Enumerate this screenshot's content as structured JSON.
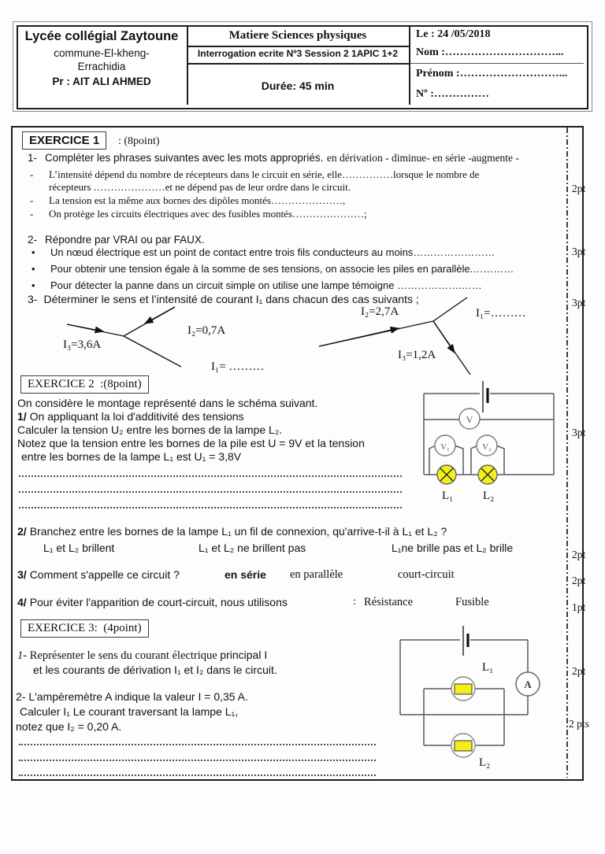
{
  "header": {
    "school_name": "Lycée collégial Zaytoune",
    "school_line2": "commune-El-kheng-",
    "school_line3": "Errachidia",
    "teacher": "Pr : AIT ALI AHMED",
    "subject": "Matiere Sciences physiques",
    "exam_title": "Interrogation ecrite Nº3 Session 2 1APIC 1+2",
    "duration": "Durée: 45 min",
    "date_label": "Le :   24  /05/2018",
    "name_label": "Nom :…………………………...",
    "firstname_label": "Prénom :………………………...",
    "number_label": "Nº :……………"
  },
  "ex1": {
    "title": "EXERCICE 1",
    "points": ": (8point)",
    "q1_num": "1-",
    "q1_text": "Compléter les phrases suivantes avec les mots appropriés.",
    "q1_words": "en dérivation - diminue- en série -augmente -",
    "items": [
      {
        "marker": "-",
        "text": "L’intensité dépend du nombre de récepteurs dans le circuit en série, elle……………lorsque le nombre de"
      },
      {
        "marker": "",
        "text": "récepteurs …………………et ne dépend pas de leur ordre dans le circuit."
      },
      {
        "marker": "-",
        "text": "La tension est la même aux bornes des dipôles montés…………………,"
      },
      {
        "marker": "-",
        "text": "On protège les circuits électriques avec des fusibles montés…………………;"
      }
    ],
    "q2_num": "2-",
    "q2_text": "Répondre par VRAI ou par FAUX.",
    "bullets": [
      {
        "marker": "•",
        "text": "Un nœud électrique est un point de contact entre trois fils conducteurs au moins……………………"
      },
      {
        "marker": "•",
        "text": "Pour obtenir une tension égale à la somme de ses tensions, on associe les piles en parallèle.…………"
      },
      {
        "marker": "•",
        "text": "Pour détecter la panne dans un circuit simple on utilise une lampe témoigne        ……………….……"
      }
    ],
    "q3_num": "3-",
    "q3_text": "Déterminer le sens et l’intensité de courant I₁ dans chacun des cas suivants ;",
    "diagram": {
      "case1_i3": "I₃=3,6A",
      "case1_i2": "I₂=0,7A",
      "case1_i1": "I₁= ………",
      "case2_i2": "I₂=2,7A",
      "case2_i1": "I₁=………",
      "case2_i3": "I₃=1,2A"
    }
  },
  "ex2": {
    "title": "EXERCICE 2",
    "points": ":(8point)",
    "intro": "On considère le montage représenté dans le schéma suivant.",
    "q1_num": "1/",
    "q1_text": " On appliquant la loi d'additivité des tensions",
    "line3": "Calculer la tension U₂ entre les bornes de la lampe L₂.",
    "line4": "Notez que la tension entre les bornes de la pile est U = 9V et la tension",
    "line5": "entre les bornes de la lampe L₁ est U₁ = 3,8V",
    "q2_num": "2/",
    "q2_text": "Branchez entre les bornes de la lampe L₁ un fil de connexion, qu'arrive-t-il à L₁ et L₂ ?",
    "q2_opt1": "L₁ et L₂ brillent",
    "q2_opt2": "L₁ et L₂ ne brillent pas",
    "q2_opt3": "L₁ne brille pas et L₂ brille",
    "q3_num": "3/",
    "q3_text": "Comment s'appelle ce circuit ?",
    "q3_opt1": "en série",
    "q3_opt2": "en parallèle",
    "q3_opt3": "court-circuit",
    "q4_num": "4/",
    "q4_text": "Pour éviter l'apparition de court-circuit, nous utilisons",
    "q4_colon": ":",
    "q4_opt1": "Résistance",
    "q4_opt2": "Fusible",
    "circuit": {
      "v": "V",
      "v1": "V₁",
      "v2": "V₂",
      "l1": "L₁",
      "l2": "L₂"
    }
  },
  "ex3": {
    "title": "EXERCICE 3:",
    "points": "(4point)",
    "q1_num": "1-",
    "q1_text_serif": " Représenter  le sens du courant électrique ",
    "q1_text_sans": "principal I",
    "q1_line2": "et les courants de dérivation I₁ et I₂ dans le circuit.",
    "q2_line1": "2- L'ampèremètre A indique la valeur I = 0,35 A.",
    "q2_line2": "Calculer I₁ Le courant traversant la lampe L₁,",
    "q2_line3": "notez que I₂ = 0,20 A.",
    "circuit": {
      "a": "A",
      "l1": "L₁",
      "l2": "L₂"
    }
  },
  "margin": {
    "points": [
      "2pt",
      "3pt",
      "3pt",
      "3pt",
      "2pt",
      "2pt",
      "1pt",
      "2pt",
      "2 pts"
    ]
  },
  "colors": {
    "lamp_yellow": "#f4ee1a",
    "ink": "#111111"
  }
}
